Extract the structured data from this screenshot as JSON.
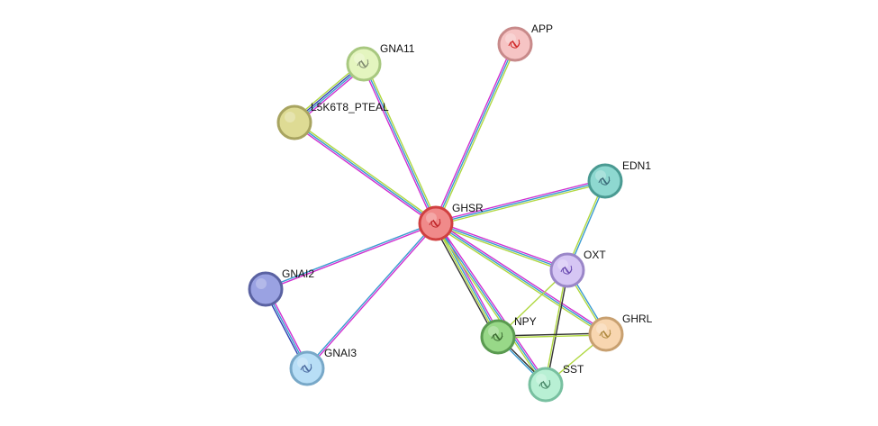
{
  "nodes": [
    {
      "id": "GHSR",
      "label": "GHSR",
      "fill": "#f08a8a",
      "stroke": "#d04040",
      "icon": "protein-structure-icon",
      "glyph_color": "#c0262a"
    },
    {
      "id": "APP",
      "label": "APP",
      "fill": "#f6c4c4",
      "stroke": "#c88a8a",
      "icon": "protein-structure-icon",
      "glyph_color": "#d02828"
    },
    {
      "id": "GNA11",
      "label": "GNA11",
      "fill": "#e4f5bf",
      "stroke": "#a8c880",
      "icon": "protein-structure-icon",
      "glyph_color": "#808a70"
    },
    {
      "id": "L5K6T8_PTEAL",
      "label": "L5K6T8_PTEAL",
      "fill": "#dedb94",
      "stroke": "#a8a460",
      "icon": "",
      "glyph_color": ""
    },
    {
      "id": "EDN1",
      "label": "EDN1",
      "fill": "#8ed8d0",
      "stroke": "#4a9a92",
      "icon": "protein-structure-icon",
      "glyph_color": "#3a6a78"
    },
    {
      "id": "OXT",
      "label": "OXT",
      "fill": "#d6c6f4",
      "stroke": "#9a86c8",
      "icon": "protein-structure-icon",
      "glyph_color": "#6a4ab0"
    },
    {
      "id": "GHRL",
      "label": "GHRL",
      "fill": "#f8d6b0",
      "stroke": "#c8a070",
      "icon": "protein-structure-icon",
      "glyph_color": "#b08a40"
    },
    {
      "id": "NPY",
      "label": "NPY",
      "fill": "#98d888",
      "stroke": "#5a9a50",
      "icon": "protein-structure-icon",
      "glyph_color": "#3a6a30"
    },
    {
      "id": "SST",
      "label": "SST",
      "fill": "#b8f0d4",
      "stroke": "#78c0a0",
      "icon": "protein-structure-icon",
      "glyph_color": "#4a8a6a"
    },
    {
      "id": "GNAI2",
      "label": "GNAI2",
      "fill": "#9aa2e2",
      "stroke": "#5a62a2",
      "icon": "",
      "glyph_color": ""
    },
    {
      "id": "GNAI3",
      "label": "GNAI3",
      "fill": "#b8def6",
      "stroke": "#78a8c8",
      "icon": "protein-structure-icon",
      "glyph_color": "#4a6aa0"
    }
  ],
  "edges": [
    {
      "source": "GHSR",
      "target": "APP",
      "colors": [
        "#d030d0",
        "#3a9ad0",
        "#b0d840"
      ]
    },
    {
      "source": "GHSR",
      "target": "GNA11",
      "colors": [
        "#d030d0",
        "#3a9ad0",
        "#b0d840"
      ]
    },
    {
      "source": "GHSR",
      "target": "L5K6T8_PTEAL",
      "colors": [
        "#d030d0",
        "#3a9ad0",
        "#b0d840"
      ]
    },
    {
      "source": "GHSR",
      "target": "EDN1",
      "colors": [
        "#d030d0",
        "#3a9ad0",
        "#b0d840"
      ]
    },
    {
      "source": "GHSR",
      "target": "OXT",
      "colors": [
        "#d030d0",
        "#3a9ad0",
        "#b0d840"
      ]
    },
    {
      "source": "GHSR",
      "target": "GHRL",
      "colors": [
        "#d030d0",
        "#3a9ad0",
        "#b0d840"
      ]
    },
    {
      "source": "GHSR",
      "target": "NPY",
      "colors": [
        "#d030d0",
        "#3a9ad0",
        "#b0d840",
        "#333333"
      ]
    },
    {
      "source": "GHSR",
      "target": "SST",
      "colors": [
        "#d030d0",
        "#3a9ad0",
        "#b0d840"
      ]
    },
    {
      "source": "GHSR",
      "target": "GNAI2",
      "colors": [
        "#d030d0",
        "#3a9ad0"
      ]
    },
    {
      "source": "GHSR",
      "target": "GNAI3",
      "colors": [
        "#d030d0",
        "#3a9ad0"
      ]
    },
    {
      "source": "GNA11",
      "target": "L5K6T8_PTEAL",
      "colors": [
        "#d030d0",
        "#3a9ad0",
        "#3040b0",
        "#b0d840"
      ]
    },
    {
      "source": "GNAI2",
      "target": "GNAI3",
      "colors": [
        "#d030d0",
        "#3a9ad0",
        "#3040b0"
      ]
    },
    {
      "source": "EDN1",
      "target": "OXT",
      "colors": [
        "#3a9ad0",
        "#b0d840"
      ]
    },
    {
      "source": "OXT",
      "target": "GHRL",
      "colors": [
        "#3a9ad0",
        "#b0d840"
      ]
    },
    {
      "source": "OXT",
      "target": "NPY",
      "colors": [
        "#b0d840"
      ]
    },
    {
      "source": "OXT",
      "target": "SST",
      "colors": [
        "#333333",
        "#b0d840"
      ]
    },
    {
      "source": "NPY",
      "target": "GHRL",
      "colors": [
        "#333333",
        "#b0d840"
      ]
    },
    {
      "source": "NPY",
      "target": "SST",
      "colors": [
        "#333333",
        "#3a9ad0"
      ]
    },
    {
      "source": "GHRL",
      "target": "SST",
      "colors": [
        "#b0d840"
      ]
    }
  ]
}
